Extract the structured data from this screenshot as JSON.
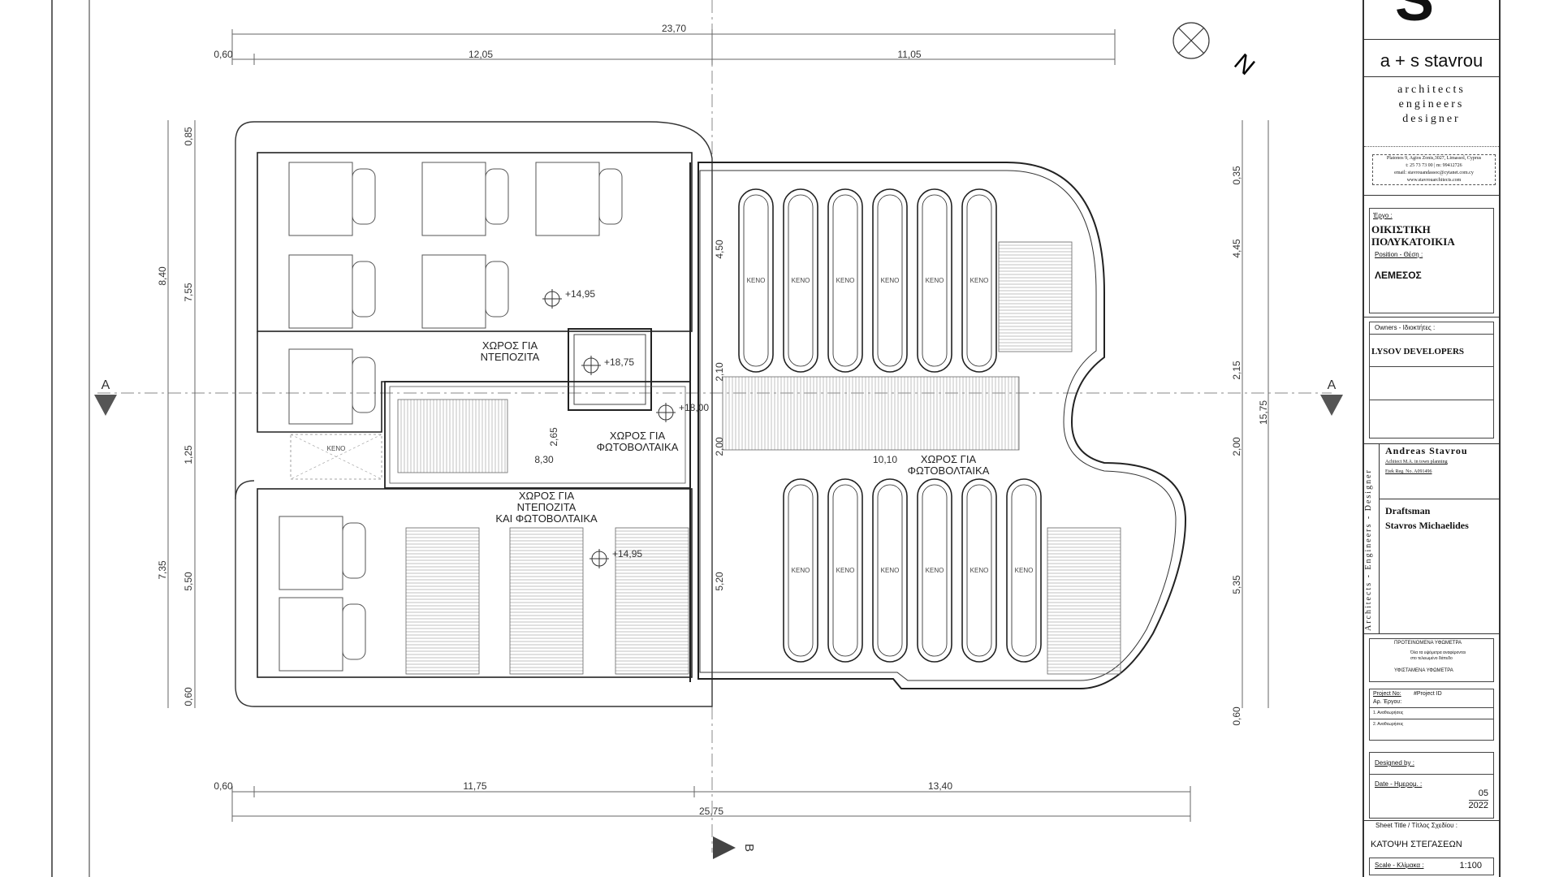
{
  "plan": {
    "dims_top": {
      "overall": "23,70",
      "left_offset": "0,60",
      "left_part": "12,05",
      "right_part": "11,05"
    },
    "dims_bottom": {
      "overall": "25,75",
      "left_offset": "0,60",
      "left_part": "11,75",
      "right_part": "13,40"
    },
    "dims_left_outer": [
      "8,40",
      "1,25",
      "7,35"
    ],
    "dims_left_inner": [
      "0,85",
      "7,55",
      "5,50",
      "0,60"
    ],
    "dims_right_outer": "15,75",
    "dims_right_inner": [
      "0,35",
      "4,45",
      "2,15",
      "2,00",
      "5,35",
      "0,60"
    ],
    "dims_center": [
      "4,50",
      "2,10",
      "2,00",
      "5,20"
    ],
    "dims_internal": {
      "d265": "2,65",
      "d830": "8,30",
      "d1010": "10,10"
    },
    "levels": [
      "+14,95",
      "+18,75",
      "+18,00",
      "+14,95"
    ],
    "labels": {
      "water_heaters": [
        "ΧΩΡΟΣ ΓΙΑ",
        "ΝΤΕΠΟΖΙΤΑ"
      ],
      "pv_center": [
        "ΧΩΡΟΣ ΓΙΑ",
        "ΦΩΤΟΒΟΛΤΑΙΚΑ"
      ],
      "pv_right": [
        "ΧΩΡΟΣ ΓΙΑ",
        "ΦΩΤΟΒΟΛΤΑΙΚΑ"
      ],
      "mixed": [
        "ΧΩΡΟΣ ΓΙΑ",
        "ΝΤΕΠΟΖΙΤΑ",
        "ΚΑΙ ΦΩΤΟΒΟΛΤΑΙΚΑ"
      ],
      "void": "ΚΕΝΟ"
    },
    "section_mark": "A",
    "section_b": "B",
    "north": "N"
  },
  "titleblock": {
    "logo": "S",
    "firm": "a + s  stavrou",
    "tag": [
      "architects",
      "engineers",
      "designer"
    ],
    "address": [
      "Platonos 9, Agios Zonis,3027, Limassol, Cyprus",
      "t: 25 73 73 00 | m: 99412726",
      "email: stavrouandassoc@cytanet.com.cy",
      "www.stavrouarchitects.com"
    ],
    "project_label": "Έργο :",
    "project_name": [
      "ΟΙΚΙΣΤΙΚΗ",
      "ΠΟΛΥΚΑΤΟΙΚΙΑ"
    ],
    "position_label": "Position - Θέση :",
    "position": "ΛΕΜΕΣΟΣ",
    "owners_label": "Owners - Ιδιοκτήτες :",
    "owners": "LYSOV DEVELOPERS",
    "architect": "Andreas  Stavrou",
    "architect_line1": "Achitect M.A. in town planning",
    "architect_line2": "Etek Reg. No. A091496",
    "draftsman_label": "Draftsman",
    "draftsman": "Stavros Michaelides",
    "vertical": "Architects - Engineers - Designer",
    "legend": [
      "ΠΡΟΤΕΙΝΟΜΕΝΑ ΥΦΩΜΕΤΡΑ",
      "Όλα τα υψόμετρα αναφέρονται",
      "στο τελειωμένο δάπεδο",
      "ΥΦΙΣΤΑΜΕΝΑ ΥΦΩΜΕΤΡΑ"
    ],
    "project_no_label": "Project No:",
    "project_no_label_gr": "Αρ. Έργου:",
    "project_id": "#Project ID",
    "rev1": "1. Αναθεωρήσεις",
    "rev2": "2. Αναθεωρήσεις",
    "designed_by": "Designed by :",
    "date_label": "Date - Ημερομ. :",
    "date_month": "05",
    "date_year": "2022",
    "sheet_title_label": "Sheet  Title /    Τίτλος Σχεδίου :",
    "sheet_title": "ΚΑΤΟΨΗ ΣΤΕΓΑΣΕΩΝ",
    "scale_label": "Scale - Κλίμακα :",
    "scale": "1:100"
  }
}
